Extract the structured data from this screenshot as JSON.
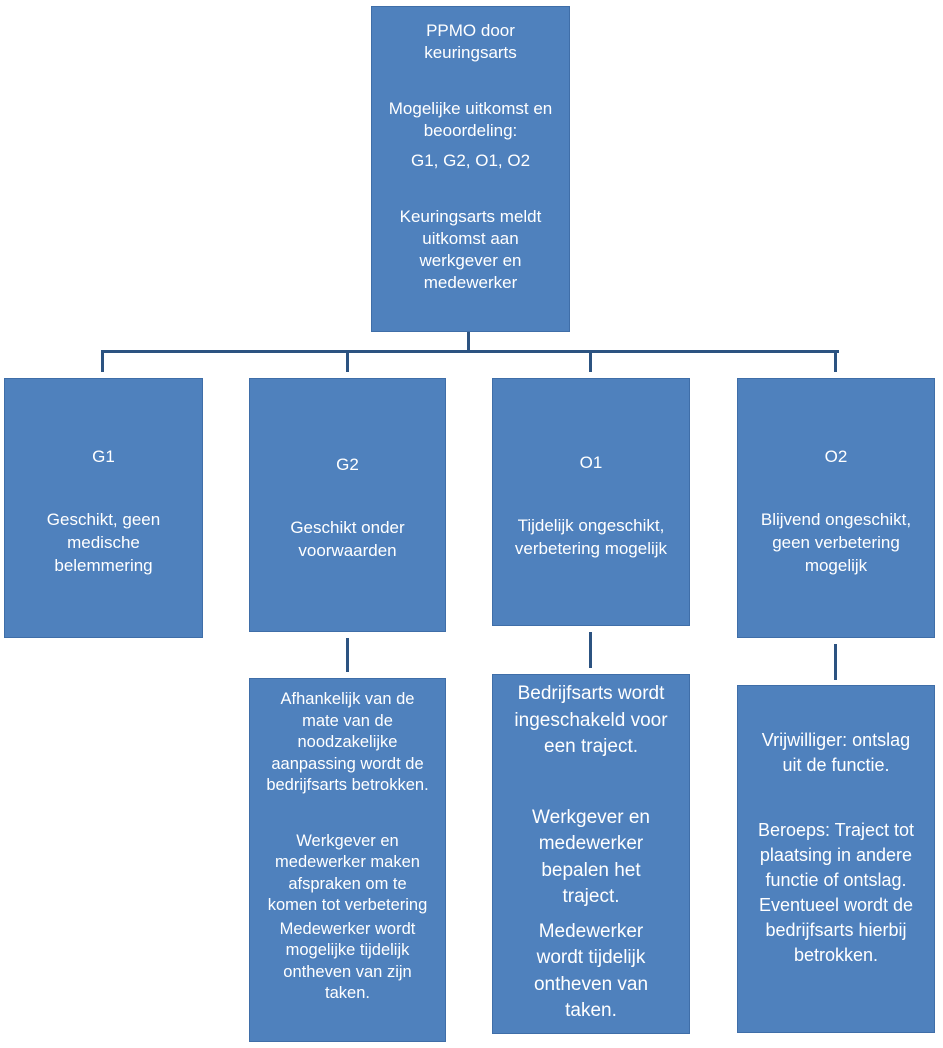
{
  "root": {
    "line1": "PPMO door\nkeuringsarts",
    "line2": "Mogelijke uitkomst en\nbeoordeling:",
    "line3": "G1, G2, O1, O2",
    "line4": "Keuringsarts meldt\nuitkomst aan\nwerkgever en\nmedewerker"
  },
  "categories": [
    {
      "code": "G1",
      "description": "Geschikt, geen\nmedische\nbelemmering"
    },
    {
      "code": "G2",
      "description": "Geschikt onder\nvoorwaarden"
    },
    {
      "code": "O1",
      "description": "Tijdelijk ongeschikt,\nverbetering mogelijk"
    },
    {
      "code": "O2",
      "description": "Blijvend ongeschikt,\ngeen verbetering\nmogelijk"
    }
  ],
  "g2_details": [
    "Afhankelijk van de\nmate van de\nnoodzakelijke\naanpassing wordt de\nbedrijfsarts betrokken.",
    "Werkgever en\nmedewerker maken\nafspraken om te\nkomen tot verbetering",
    "Medewerker wordt\nmogelijke tijdelijk\nontheven van zijn\ntaken."
  ],
  "o1_details": [
    "Bedrijfsarts wordt\ningeschakeld voor\neen traject.",
    "Werkgever en\nmedewerker\nbepalen het\ntraject.",
    "Medewerker\nwordt tijdelijk\nontheven van\ntaken."
  ],
  "o2_details": [
    "Vrijwilliger: ontslag\nuit de functie.",
    "Beroeps: Traject tot\nplaatsing in andere\nfunctie of ontslag.\nEventueel  wordt de\nbedrijfsarts hierbij\nbetrokken."
  ],
  "colors": {
    "box_fill": "#4f81bd",
    "box_border": "#3f6ea8",
    "connector": "#2c5381",
    "text": "#ffffff"
  }
}
